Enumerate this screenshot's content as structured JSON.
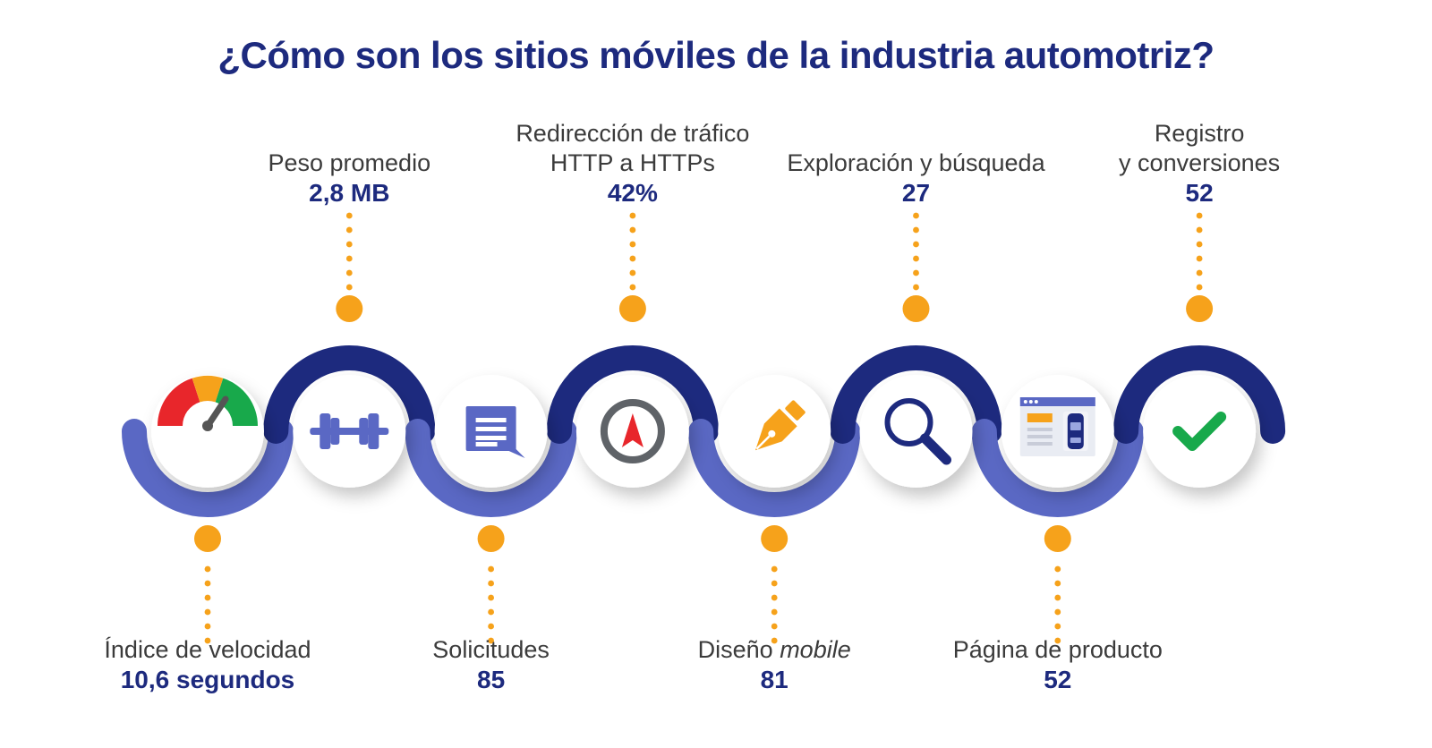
{
  "title": "¿Cómo son los sitios móviles de la industria automotriz?",
  "colors": {
    "navy": "#1d2a7e",
    "blue": "#5a68c4",
    "orange": "#f6a21b",
    "title": "#1d2a7e",
    "text": "#3b3b3b"
  },
  "steps": [
    {
      "name": "Índice de velocidad",
      "name_em": "",
      "value": "10,6 segundos",
      "icon": "speedometer-icon",
      "position": "bottom"
    },
    {
      "name": "Peso promedio",
      "name_em": "",
      "value": "2,8 MB",
      "icon": "dumbbell-icon",
      "position": "top"
    },
    {
      "name": "Solicitudes",
      "name_em": "",
      "value": "85",
      "icon": "chat-document-icon",
      "position": "bottom"
    },
    {
      "name": "Redirección de tráfico\nHTTP a HTTPs",
      "name_em": "",
      "value": "42%",
      "icon": "compass-icon",
      "position": "top"
    },
    {
      "name": "Diseño ",
      "name_em": "mobile",
      "value": "81",
      "icon": "pen-nib-icon",
      "position": "bottom"
    },
    {
      "name": "Exploración y búsqueda",
      "name_em": "",
      "value": "27",
      "icon": "magnifier-icon",
      "position": "top"
    },
    {
      "name": "Página de producto",
      "name_em": "",
      "value": "52",
      "icon": "product-page-icon",
      "position": "bottom"
    },
    {
      "name": "Registro\ny conversiones",
      "name_em": "",
      "value": "52",
      "icon": "checkmark-icon",
      "position": "top"
    }
  ]
}
